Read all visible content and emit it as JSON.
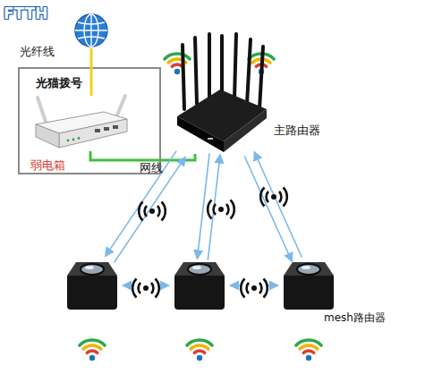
{
  "diagram": {
    "nodes": [
      {
        "text": [
          "FTTH"
        ]
      },
      {
        "text": [
          "弱电箱"
        ]
      },
      {
        "text": [
          "光猫拨号"
        ],
        "in": 1
      },
      {
        "text": [
          "主路由器"
        ]
      },
      {
        "text": []
      },
      {
        "text": []
      },
      {
        "text": [
          "mesh路由器"
        ]
      }
    ],
    "edges": [
      {
        "from": 0,
        "to": 2,
        "label": "光纤线",
        "arrow": "none"
      },
      {
        "from": 2,
        "to": 3,
        "label": "网线",
        "arrow": "none"
      },
      {
        "from": 3,
        "to": 4,
        "arrow": "both"
      },
      {
        "from": 3,
        "to": 5,
        "arrow": "both"
      },
      {
        "from": 3,
        "to": 6,
        "arrow": "both"
      },
      {
        "from": 4,
        "to": 5,
        "arrow": "both"
      },
      {
        "from": 5,
        "to": 6,
        "arrow": "both"
      }
    ]
  }
}
